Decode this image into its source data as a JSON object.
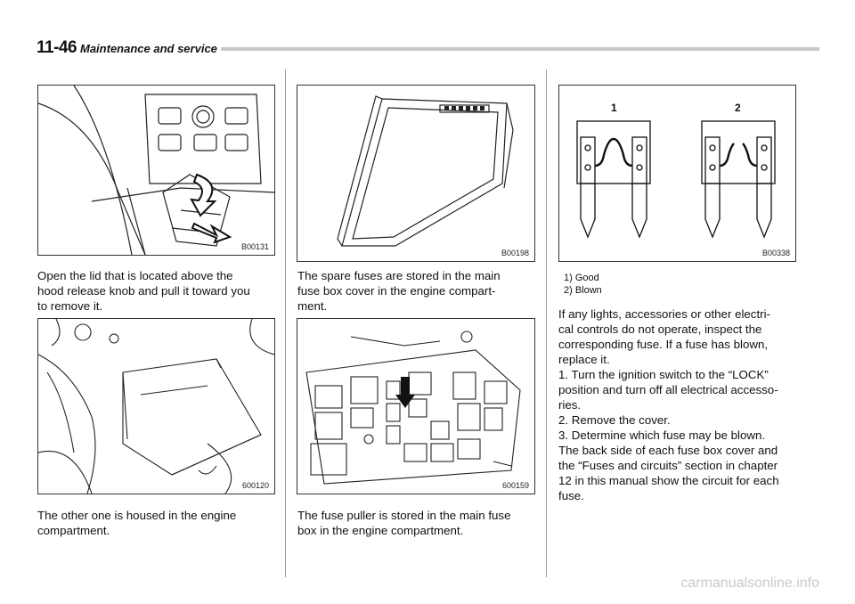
{
  "header": {
    "page_number": "11-46",
    "section_title": "Maintenance and service"
  },
  "figures": {
    "fig1_code": "B00131",
    "fig2_code": "600120",
    "fig3_code": "B00198",
    "fig4_code": "600159",
    "fig5_code": "B00338",
    "fig5_label_1": "1",
    "fig5_label_2": "2"
  },
  "col1": {
    "para1": [
      "Open the lid that is located above the",
      "hood release knob and pull it toward you",
      "to remove it."
    ],
    "para2": [
      "The other one is housed in the engine",
      "compartment."
    ]
  },
  "col2": {
    "para1": [
      "The spare fuses are stored in the main",
      "fuse box cover in the engine compart-",
      "ment."
    ],
    "para2": [
      "The fuse puller is stored in the main fuse",
      "box in the engine compartment."
    ]
  },
  "col3": {
    "legend": [
      "1)  Good",
      "2)  Blown"
    ],
    "para1": [
      "If any lights, accessories or other electri-",
      "cal controls do not operate, inspect the",
      "corresponding fuse. If a fuse has blown,",
      "replace it.",
      "1.  Turn the ignition switch to the “LOCK”",
      "position and turn off all electrical accesso-",
      "ries.",
      "2.  Remove the cover.",
      "3.  Determine which fuse may be blown.",
      "The back side of each fuse box cover and",
      "the “Fuses and circuits” section in chapter",
      "12 in this manual show the circuit for each",
      "fuse."
    ]
  },
  "watermark": "carmanualsonline.info"
}
